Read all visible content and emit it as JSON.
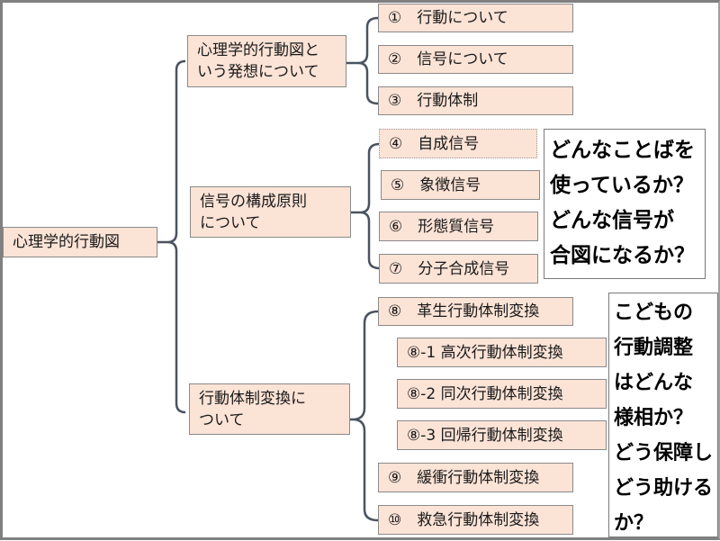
{
  "root": {
    "label": "心理学的行動図"
  },
  "branches": [
    {
      "label_lines": [
        "心理学的行動図と",
        "いう発想について"
      ],
      "children": [
        "①　行動について",
        "②　信号について",
        "③　行動体制"
      ]
    },
    {
      "label_lines": [
        "信号の構成原則",
        "について"
      ],
      "children": [
        "④　自成信号",
        "⑤　象徴信号",
        "⑥　形態質信号",
        "⑦　分子合成信号"
      ]
    },
    {
      "label_lines": [
        "行動体制変換に",
        "ついて"
      ],
      "children": [
        "⑧　革生行動体制変換",
        "⑧-1 高次行動体制変換",
        "⑧-2 同次行動体制変換",
        "⑧-3 回帰行動体制変換",
        "⑨　緩衝行動体制変換",
        "⑩　救急行動体制変換"
      ]
    }
  ],
  "question_boxes": [
    {
      "lines": [
        "どんなことばを",
        "使っているか？",
        "どんな信号が",
        "合図になるか？"
      ]
    },
    {
      "lines": [
        "こどもの",
        "行動調整",
        "はどんな",
        "様相か？",
        "どう保障し",
        "どう助ける",
        "か？"
      ]
    }
  ],
  "colors": {
    "node_fill": "#fbe3d6",
    "node_border": "#8a8a8a",
    "connector": "#4a5360"
  }
}
